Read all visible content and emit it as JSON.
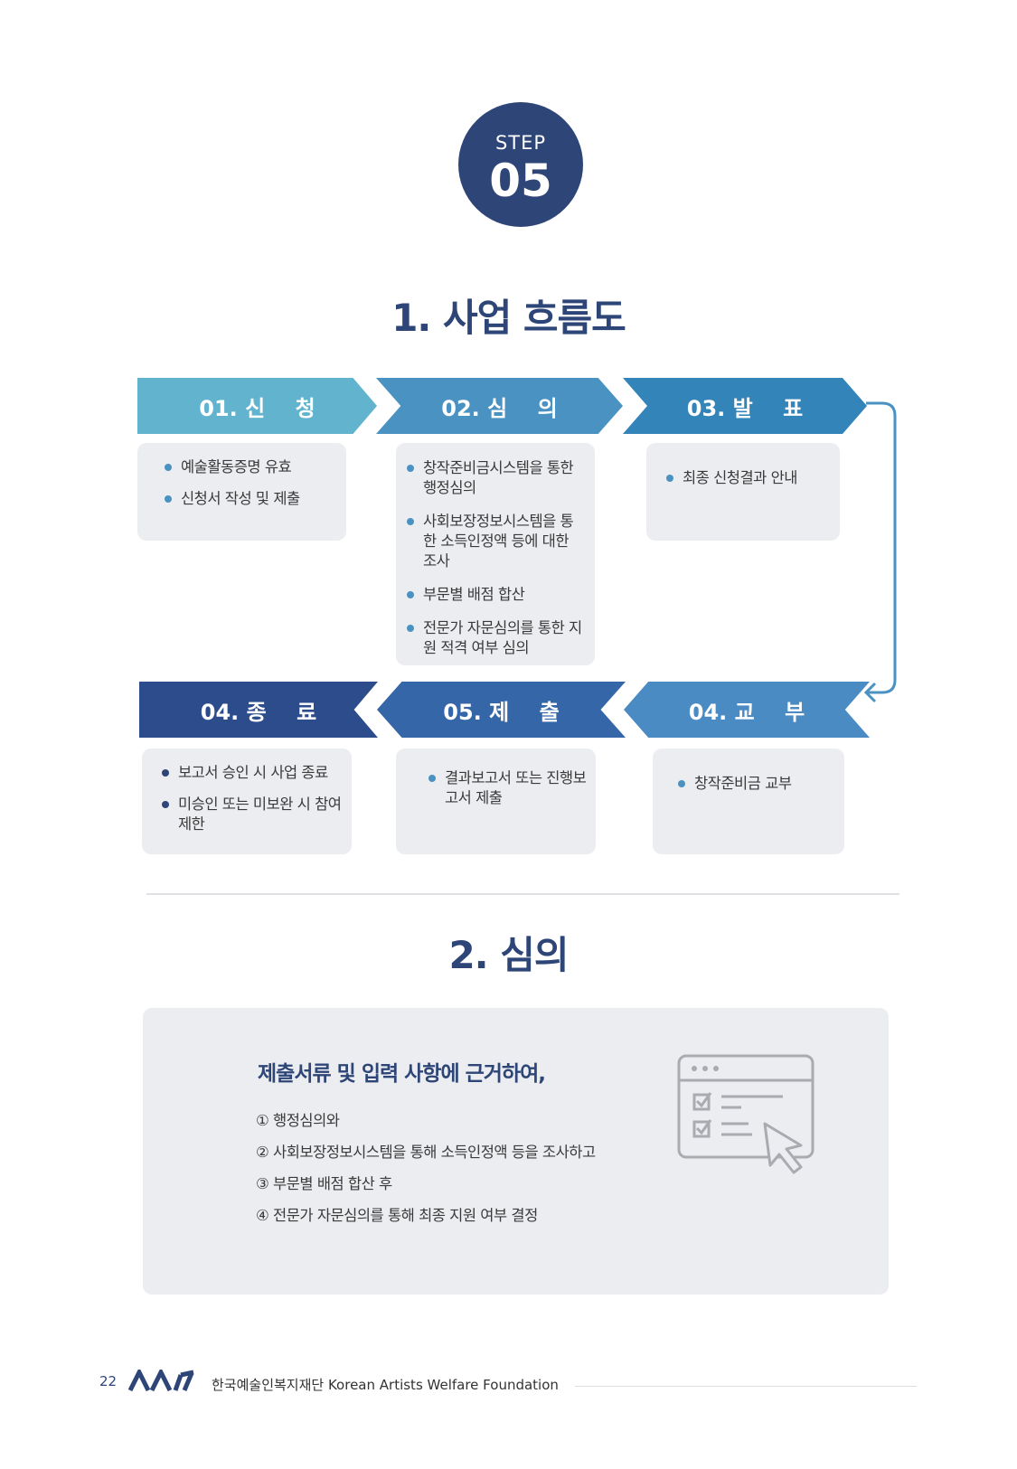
{
  "step": {
    "label": "STEP",
    "number": "05"
  },
  "section1": {
    "title": "1. 사업 흐름도"
  },
  "flow": {
    "steps": [
      {
        "label": "01. 신    청",
        "items": [
          "예술활동증명 유효",
          "신청서 작성 및 제출"
        ]
      },
      {
        "label": "02. 심    의",
        "items": [
          "창작준비금시스템을 통한 행정심의",
          "사회보장정보시스템을 통한 소득인정액 등에 대한 조사",
          "부문별 배점 합산",
          "전문가 자문심의를 통한 지원 적격 여부 심의"
        ]
      },
      {
        "label": "03. 발    표",
        "items": [
          "최종 신청결과 안내"
        ]
      },
      {
        "label": "04. 교    부",
        "items": [
          "창작준비금 교부"
        ]
      },
      {
        "label": "05. 제    출",
        "items": [
          "결과보고서 또는 진행보고서 제출"
        ]
      },
      {
        "label": "04. 종    료",
        "items": [
          "보고서 승인 시 사업 종료",
          "미승인 또는 미보완 시 참여 제한"
        ]
      }
    ]
  },
  "section2": {
    "title": "2. 심의",
    "heading": "제출서류 및 입력 사항에 근거하여,",
    "items": [
      "① 행정심의와",
      "② 사회보장정보시스템을 통해 소득인정액 등을 조사하고",
      "③ 부문별 배점 합산 후",
      "④ 전문가 자문심의를 통해 최종 지원 여부 결정"
    ]
  },
  "footer": {
    "page_number": "22",
    "org_name": "한국예술인복지재단  Korean Artists Welfare Foundation",
    "logo_icon": "kawf-logo-icon"
  },
  "colors": {
    "navy": "#2e4577",
    "step1": "#62b4ce",
    "step2": "#4a92c2",
    "step3": "#3384b9",
    "step4": "#4b8bc3",
    "step5": "#3466a8",
    "step6": "#2c4c8c",
    "panel": "#ecedf0"
  }
}
